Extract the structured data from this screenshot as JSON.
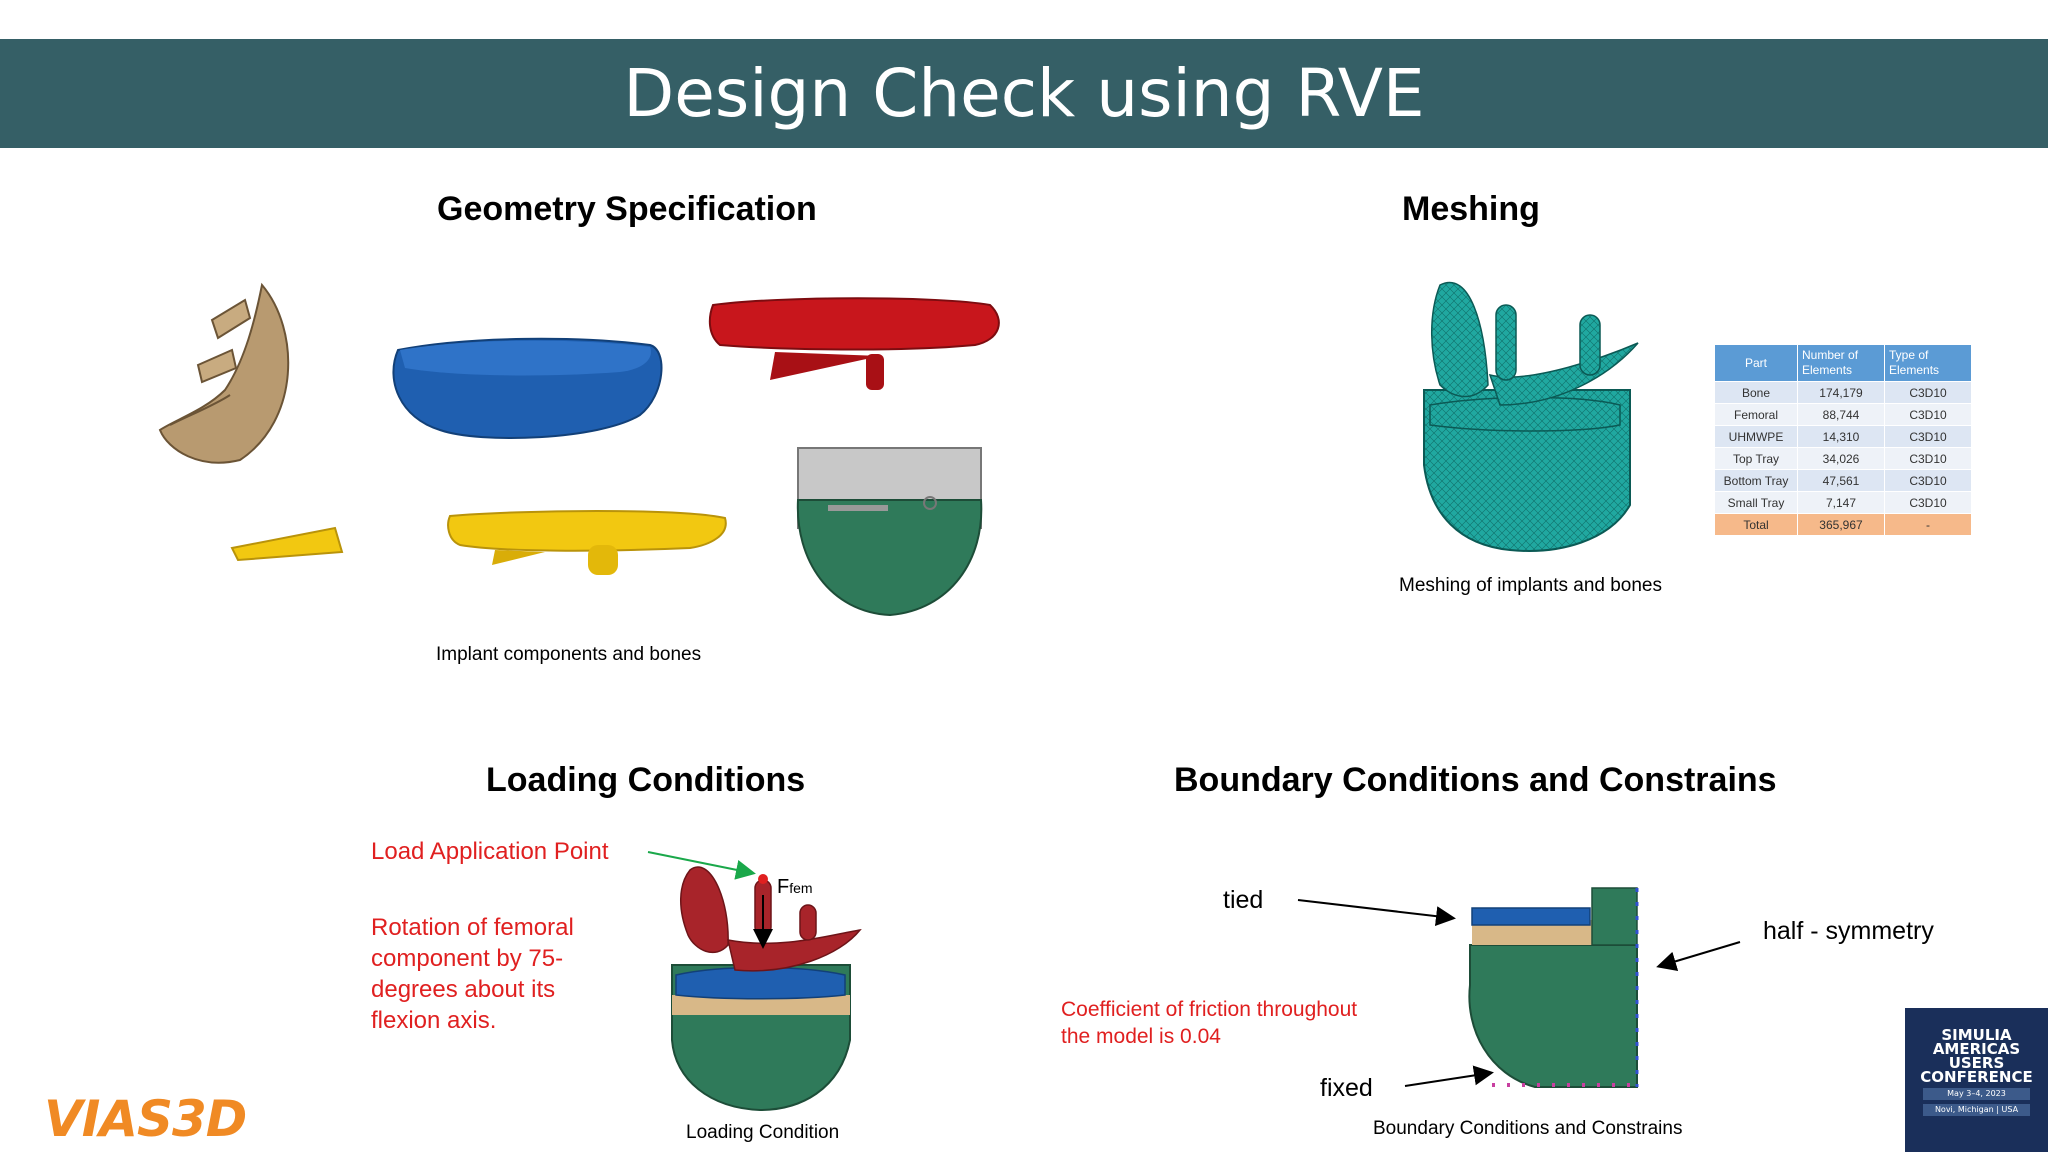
{
  "title": "Design Check using RVE",
  "geometry": {
    "heading": "Geometry Specification",
    "caption": "Implant components and bones"
  },
  "meshing": {
    "heading": "Meshing",
    "caption": "Meshing of implants and bones",
    "table": {
      "headers": [
        "Part",
        "Number of Elements",
        "Type of Elements"
      ],
      "rows": [
        [
          "Bone",
          "174,179",
          "C3D10"
        ],
        [
          "Femoral",
          "88,744",
          "C3D10"
        ],
        [
          "UHMWPE",
          "14,310",
          "C3D10"
        ],
        [
          "Top Tray",
          "34,026",
          "C3D10"
        ],
        [
          "Bottom Tray",
          "47,561",
          "C3D10"
        ],
        [
          "Small Tray",
          "7,147",
          "C3D10"
        ]
      ],
      "total": [
        "Total",
        "365,967",
        "-"
      ]
    }
  },
  "loading": {
    "heading": "Loading Conditions",
    "load_point": "Load Application Point",
    "rotation": "Rotation of femoral component by 75-degrees about its flexion axis.",
    "force_main": "F",
    "force_sub": "fem",
    "caption": "Loading Condition"
  },
  "boundary": {
    "heading": "Boundary Conditions and Constrains",
    "tied": "tied",
    "half_symmetry": "half - symmetry",
    "friction": "Coefficient of friction throughout the model is 0.04",
    "fixed": "fixed",
    "caption": "Boundary Conditions and Constrains"
  },
  "logo": {
    "text": "VIAS3D",
    "color": "#f08a24"
  },
  "badge": {
    "lines": [
      "SIMULIA",
      "AMERICAS",
      "USERS",
      "CONFERENCE"
    ],
    "date": "May 3–4, 2023",
    "place": "Novi, Michigan | USA"
  },
  "colors": {
    "title_bar": "#355f66",
    "accent_red": "#e02020",
    "arrow_green": "#1aa84a",
    "implant_blue": "#1f5fb0",
    "implant_red": "#c8161c",
    "implant_yellow": "#f2c811",
    "bone_green": "#2f7a5a",
    "mesh_teal": "#20a8a0"
  }
}
